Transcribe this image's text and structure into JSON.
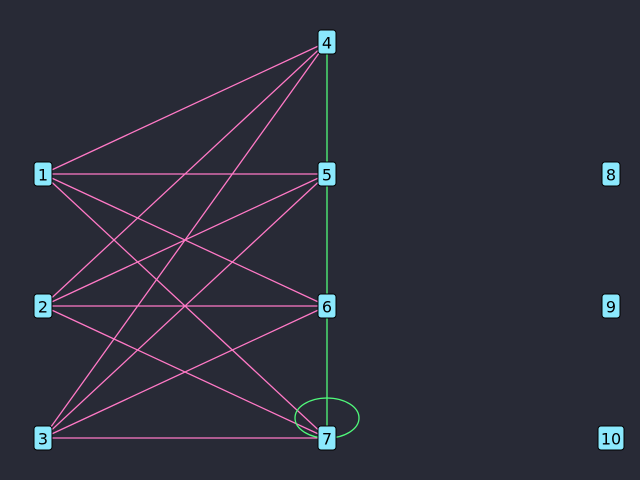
{
  "colors": {
    "background": "#282a36",
    "node_fill": "#8be9fd",
    "node_stroke": "#000000",
    "edge_pink": "#ff79c6",
    "edge_green": "#50fa7b"
  },
  "nodes": [
    {
      "id": "1",
      "label": "1"
    },
    {
      "id": "2",
      "label": "2"
    },
    {
      "id": "3",
      "label": "3"
    },
    {
      "id": "4",
      "label": "4"
    },
    {
      "id": "5",
      "label": "5"
    },
    {
      "id": "6",
      "label": "6"
    },
    {
      "id": "7",
      "label": "7"
    },
    {
      "id": "8",
      "label": "8"
    },
    {
      "id": "9",
      "label": "9"
    },
    {
      "id": "10",
      "label": "10"
    }
  ],
  "edges": [
    {
      "from": "1",
      "to": "4",
      "color": "pink"
    },
    {
      "from": "1",
      "to": "5",
      "color": "pink"
    },
    {
      "from": "1",
      "to": "6",
      "color": "pink"
    },
    {
      "from": "1",
      "to": "7",
      "color": "pink"
    },
    {
      "from": "2",
      "to": "4",
      "color": "pink"
    },
    {
      "from": "2",
      "to": "5",
      "color": "pink"
    },
    {
      "from": "2",
      "to": "6",
      "color": "pink"
    },
    {
      "from": "2",
      "to": "7",
      "color": "pink"
    },
    {
      "from": "3",
      "to": "4",
      "color": "pink"
    },
    {
      "from": "3",
      "to": "5",
      "color": "pink"
    },
    {
      "from": "3",
      "to": "6",
      "color": "pink"
    },
    {
      "from": "3",
      "to": "7",
      "color": "pink"
    },
    {
      "from": "4",
      "to": "5",
      "color": "green"
    },
    {
      "from": "5",
      "to": "6",
      "color": "green"
    },
    {
      "from": "6",
      "to": "7",
      "color": "green"
    },
    {
      "from": "7",
      "to": "7",
      "color": "green"
    }
  ]
}
